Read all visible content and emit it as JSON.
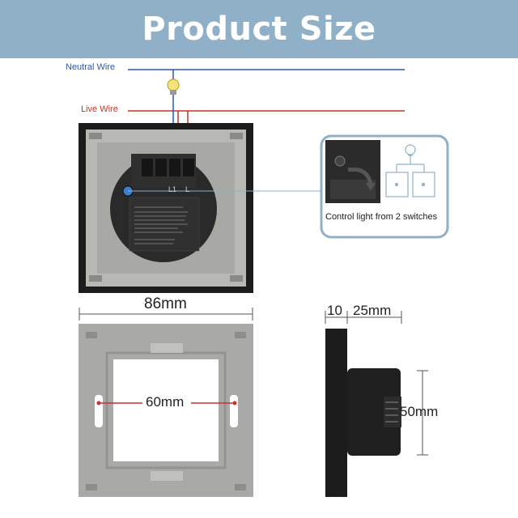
{
  "header": {
    "title": "Product Size"
  },
  "wiring": {
    "neutral_label": "Neutral Wire",
    "live_label": "Live Wire",
    "terminal_labels": [
      "L1",
      "L"
    ]
  },
  "callout": {
    "caption": "Control light from 2 switches"
  },
  "dimensions": {
    "width": "86mm",
    "hole_spacing": "60mm",
    "plate_depth": "10",
    "body_depth": "25mm",
    "body_height": "50mm"
  },
  "colors": {
    "banner": "#8fb0c6",
    "neutral_wire": "#2a56b8",
    "live_wire": "#c8322a",
    "callout_border": "#8fb0c6"
  }
}
